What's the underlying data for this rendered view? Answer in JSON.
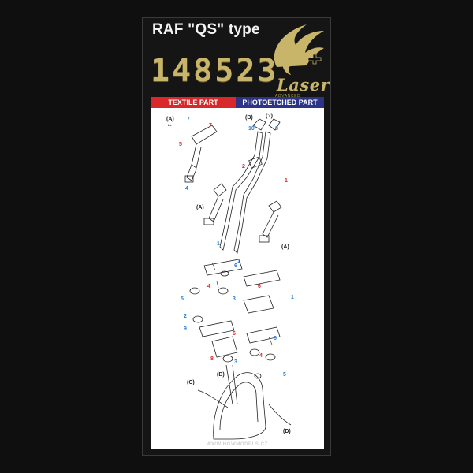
{
  "header": {
    "title": "RAF \"QS\" type",
    "product_number": "148523",
    "logo_word": "Laser",
    "logo_subtitle": "ADVANCED TECHNOLOGIES"
  },
  "tabs": {
    "textile": "TEXTILE PART",
    "photoetched": "PHOTOETCHED PART"
  },
  "diagram_labels": {
    "A_top": "(A)",
    "A_top_mult": "2x",
    "B_top": "(B)",
    "q_top": "(?)",
    "A_mid": "(A)",
    "A_right": "(A)",
    "C": "(C)",
    "B_bottom": "(B)",
    "D": "(D)",
    "n7a": "7",
    "n7b": "7",
    "n5a": "5",
    "n4a": "4",
    "n10": "10",
    "n8a": "8",
    "n2a": "2",
    "n1a": "1",
    "n1b": "1",
    "n1c": "1",
    "n6a": "6",
    "n4b": "4",
    "n5b": "5",
    "n3a": "3",
    "n6b": "6",
    "n1d": "1",
    "n2b": "2",
    "n9": "9",
    "n6c": "6",
    "n8b": "8",
    "n3b": "3",
    "n4c": "4",
    "n6d": "6",
    "n5c": "5"
  },
  "footer": {
    "website": "WWW.HGWMODELS.CZ"
  },
  "colors": {
    "textile_tab": "#d8282a",
    "photoetched_tab": "#2d3386",
    "gold": "#c9b56a",
    "label_red": "#d8282a",
    "label_blue": "#2a7fd0"
  },
  "icons": {
    "logo": "winged-eagle-icon",
    "cross": "iron-cross-icon"
  }
}
